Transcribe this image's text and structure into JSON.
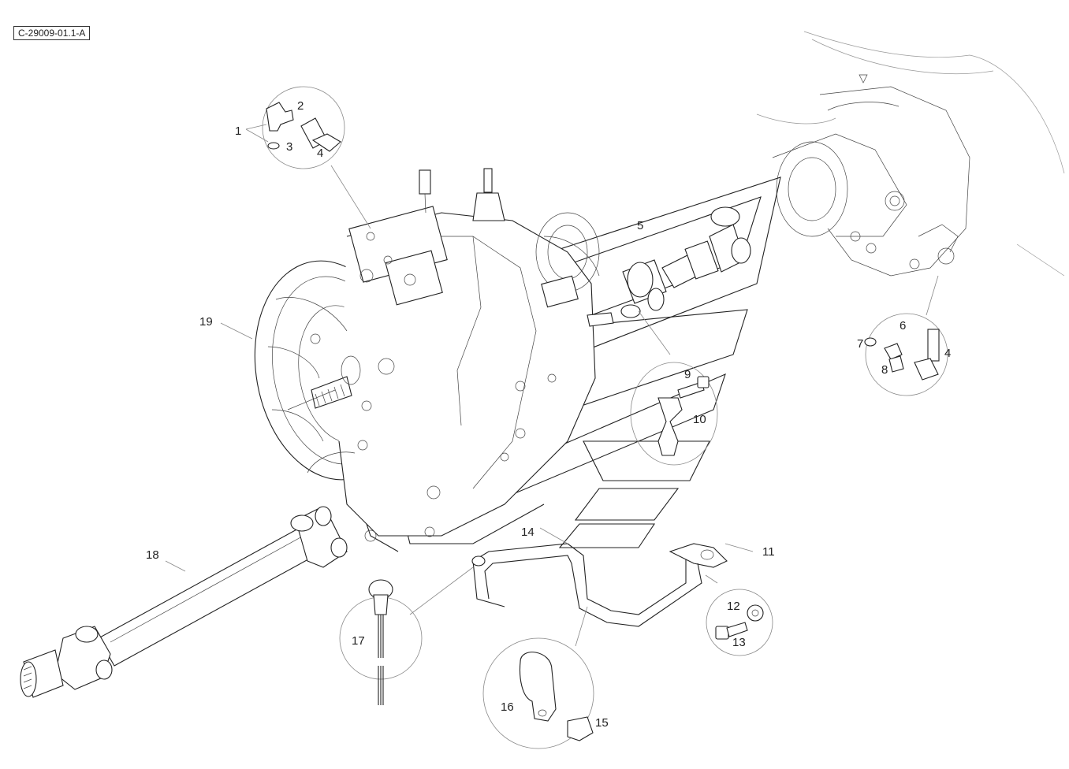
{
  "diagram": {
    "reference_code": "C-29009-01.1-A",
    "callouts": [
      {
        "id": "1",
        "text": "1"
      },
      {
        "id": "2",
        "text": "2"
      },
      {
        "id": "3",
        "text": "3"
      },
      {
        "id": "4a",
        "text": "4"
      },
      {
        "id": "5",
        "text": "5"
      },
      {
        "id": "6",
        "text": "6"
      },
      {
        "id": "7",
        "text": "7"
      },
      {
        "id": "4b",
        "text": "4"
      },
      {
        "id": "8",
        "text": "8"
      },
      {
        "id": "9",
        "text": "9"
      },
      {
        "id": "10",
        "text": "10"
      },
      {
        "id": "11",
        "text": "11"
      },
      {
        "id": "12",
        "text": "12"
      },
      {
        "id": "13",
        "text": "13"
      },
      {
        "id": "14",
        "text": "14"
      },
      {
        "id": "15",
        "text": "15"
      },
      {
        "id": "16",
        "text": "16"
      },
      {
        "id": "17",
        "text": "17"
      },
      {
        "id": "18",
        "text": "18"
      },
      {
        "id": "19",
        "text": "19"
      }
    ]
  }
}
